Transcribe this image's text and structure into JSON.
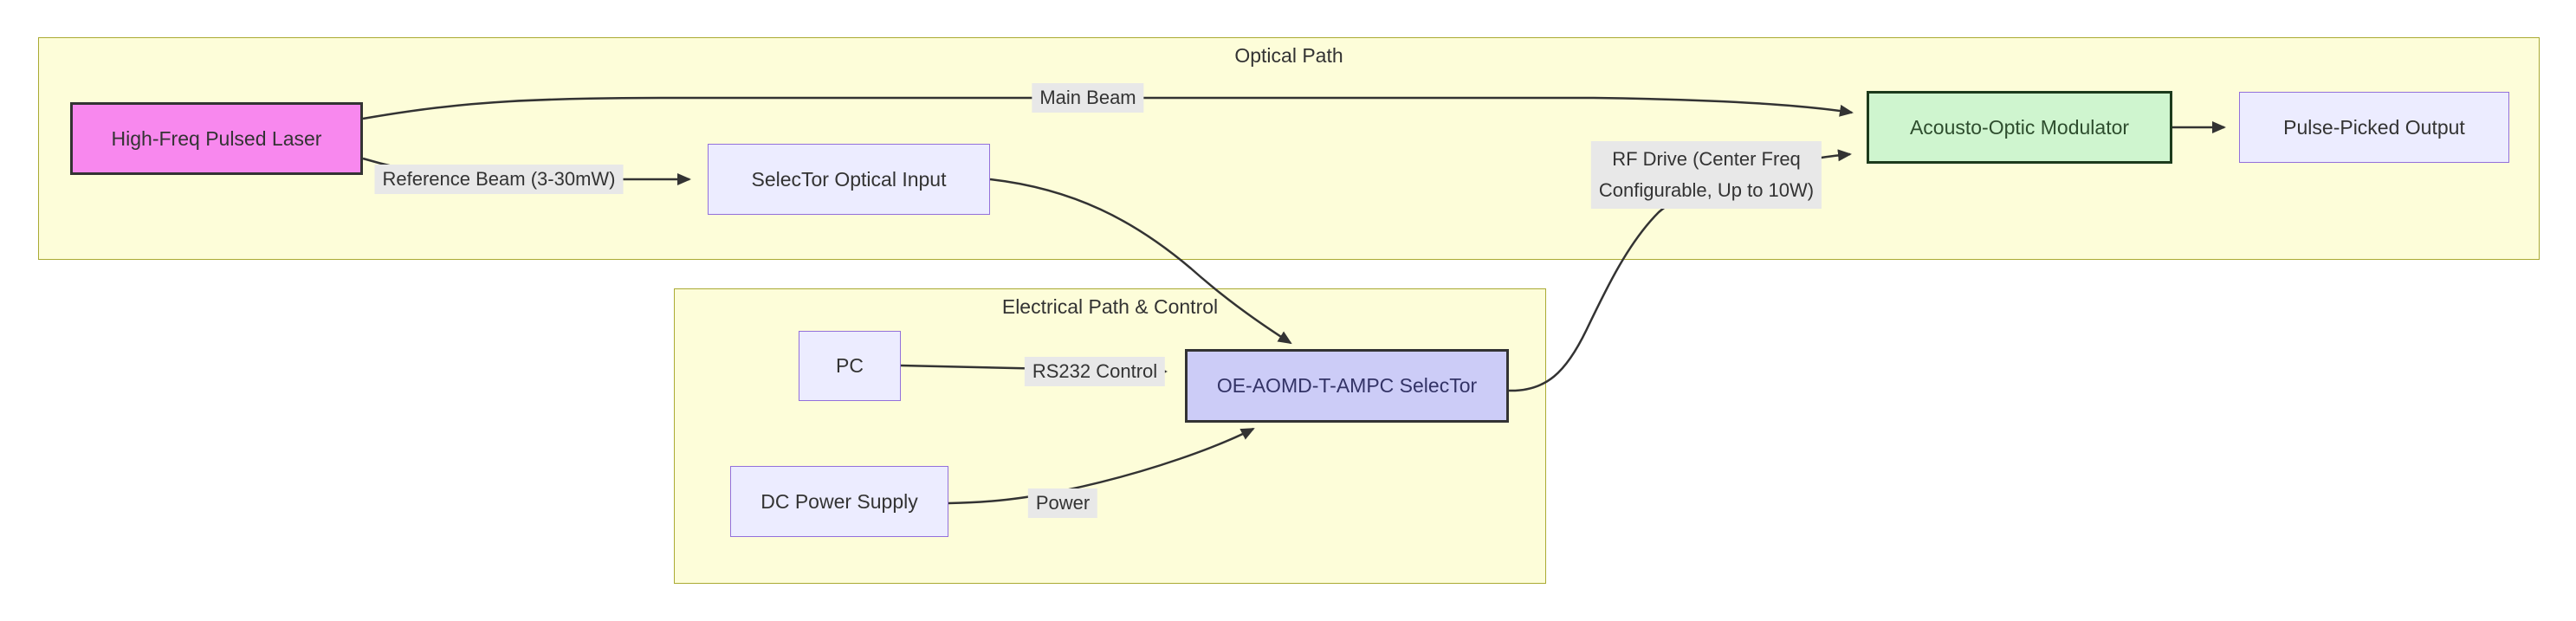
{
  "diagram": {
    "clusters": {
      "optical": {
        "title": "Optical Path"
      },
      "electrical": {
        "title": "Electrical Path & Control"
      }
    },
    "nodes": {
      "laser": {
        "label": "High-Freq Pulsed Laser"
      },
      "optical_input": {
        "label": "SelecTor Optical Input"
      },
      "aom": {
        "label": "Acousto-Optic Modulator"
      },
      "output": {
        "label": "Pulse-Picked Output"
      },
      "pc": {
        "label": "PC"
      },
      "dc_supply": {
        "label": "DC Power Supply"
      },
      "selector": {
        "label": "OE-AOMD-T-AMPC SelecTor"
      }
    },
    "edge_labels": {
      "main_beam": {
        "text": "Main Beam"
      },
      "reference_beam": {
        "text": "Reference Beam (3-30mW)"
      },
      "rf_drive": {
        "lines": [
          "RF Drive (Center Freq",
          "Configurable, Up to 10W)"
        ]
      },
      "rs232": {
        "text": "RS232 Control"
      },
      "power": {
        "text": "Power"
      }
    },
    "connections": [
      {
        "from": "laser",
        "to": "aom",
        "label": "Main Beam"
      },
      {
        "from": "laser",
        "to": "optical_input",
        "label": "Reference Beam (3-30mW)"
      },
      {
        "from": "optical_input",
        "to": "selector",
        "label": ""
      },
      {
        "from": "pc",
        "to": "selector",
        "label": "RS232 Control"
      },
      {
        "from": "dc_supply",
        "to": "selector",
        "label": "Power"
      },
      {
        "from": "selector",
        "to": "aom",
        "label": "RF Drive (Center Freq Configurable, Up to 10W)"
      },
      {
        "from": "aom",
        "to": "output",
        "label": ""
      }
    ]
  },
  "colors": {
    "canvas_bg": "#ffffff",
    "cluster_fill": "#fdfdd9",
    "cluster_border": "#aaaa33",
    "node_fill": "#ececff",
    "node_border": "#9370db",
    "laser_fill": "#f888ee",
    "laser_border": "#333333",
    "aom_fill": "#cff5cf",
    "aom_border": "#1c3a1c",
    "aom_text": "#2e4d2e",
    "selector_fill": "#ccccf7",
    "selector_border": "#333333",
    "selector_text": "#333366",
    "edge_color": "#333333",
    "edge_label_bg": "#e8e8e8",
    "text_color": "#333333"
  }
}
